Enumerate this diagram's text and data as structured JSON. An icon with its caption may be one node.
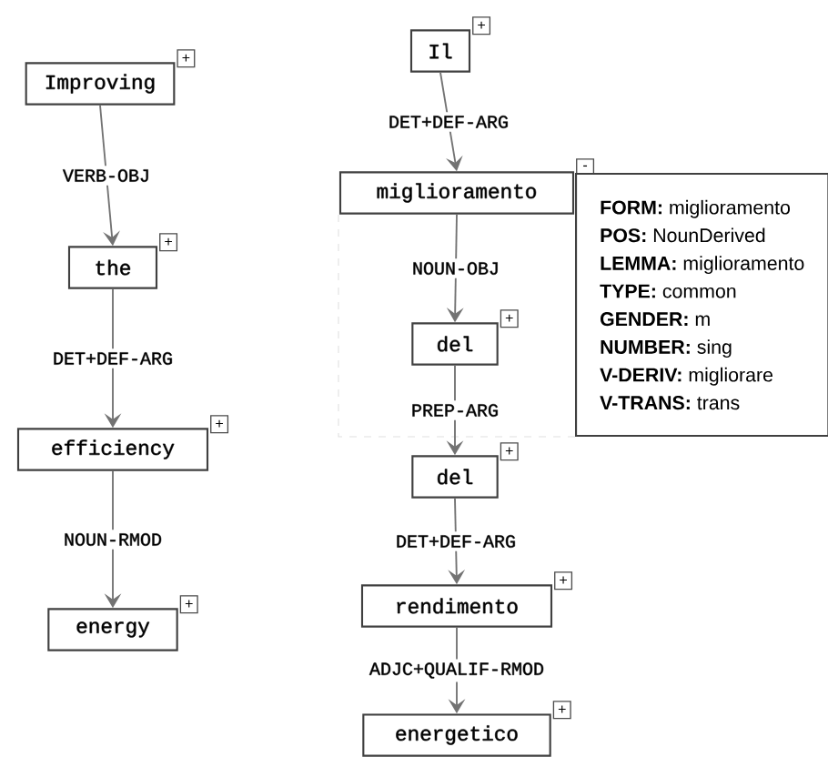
{
  "diagram": {
    "nodes": [
      {
        "text": [
          "Improving"
        ],
        "beside": [
          "+"
        ]
      },
      {
        "text": [
          "the"
        ],
        "beside": [
          "+"
        ]
      },
      {
        "text": [
          "efficiency"
        ],
        "beside": [
          "+"
        ]
      },
      {
        "text": [
          "energy"
        ],
        "beside": [
          "+"
        ]
      },
      {
        "text": [
          "Il"
        ],
        "beside": [
          "+"
        ]
      },
      {
        "text": [
          "miglioramento"
        ],
        "beside": [
          "-"
        ]
      },
      {
        "text": [
          "del"
        ],
        "beside": [
          "+"
        ]
      },
      {
        "text": [
          "del"
        ],
        "beside": [
          "+"
        ]
      },
      {
        "text": [
          "rendimento"
        ],
        "beside": [
          "+"
        ]
      },
      {
        "text": [
          "energetico"
        ],
        "beside": [
          "+"
        ]
      },
      {
        "text": [
          "**FORM:** miglioramento",
          "**POS:** NounDerived",
          "**LEMMA:** miglioramento",
          "**TYPE:** common",
          "**GENDER:** m",
          "**NUMBER:** sing",
          "**V-DERIV:** migliorare",
          "**V-TRANS:** trans"
        ]
      }
    ],
    "edges": [
      {
        "from": 0,
        "to": 1,
        "arrow": "to",
        "label": "VERB-OBJ"
      },
      {
        "from": 1,
        "to": 2,
        "arrow": "to",
        "label": "DET+DEF-ARG"
      },
      {
        "from": 2,
        "to": 3,
        "arrow": "to",
        "label": "NOUN-RMOD"
      },
      {
        "from": 4,
        "to": 5,
        "arrow": "to",
        "label": "DET+DEF-ARG"
      },
      {
        "from": 5,
        "to": 6,
        "arrow": "to",
        "label": "NOUN-OBJ"
      },
      {
        "from": 6,
        "to": 7,
        "arrow": "to",
        "label": "PREP-ARG"
      },
      {
        "from": 7,
        "to": 8,
        "arrow": "to",
        "label": "DET+DEF-ARG"
      },
      {
        "from": 8,
        "to": 9,
        "arrow": "to",
        "label": "ADJC+QUALIF-RMOD"
      }
    ]
  }
}
